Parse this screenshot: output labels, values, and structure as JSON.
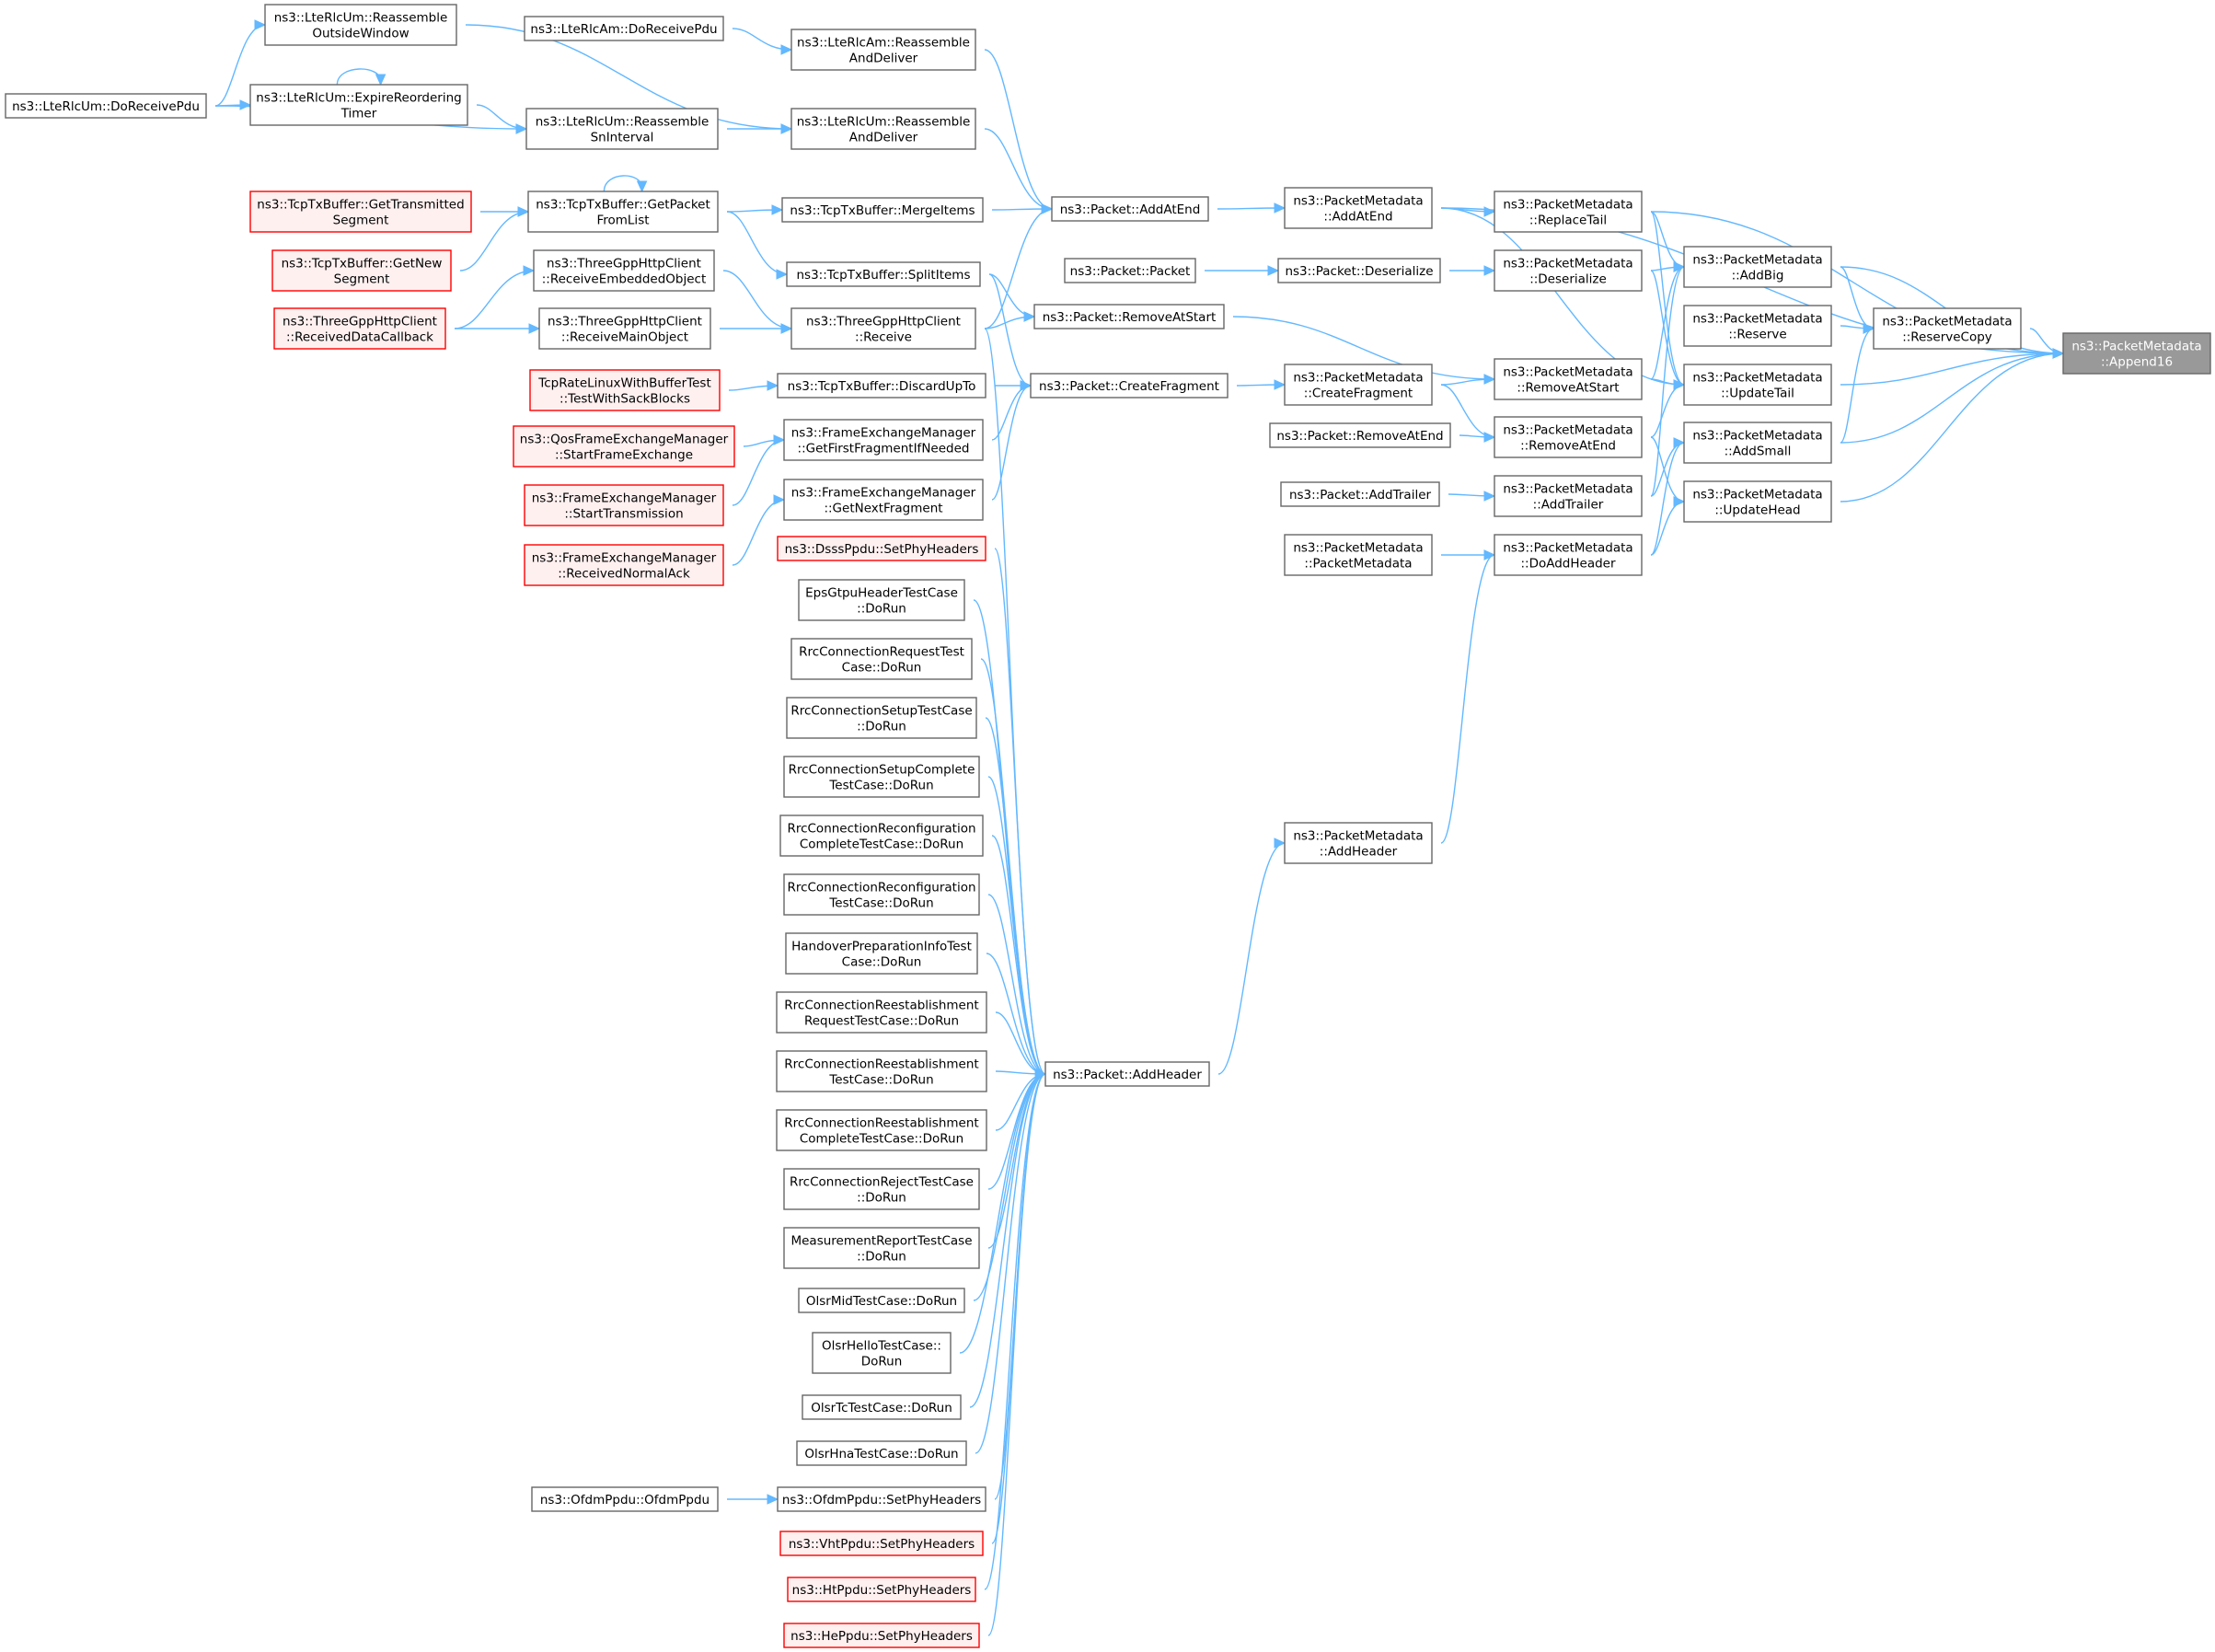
{
  "colors": {
    "edge": "#63b8ff",
    "node_border": "#666666",
    "node_fill": "#ffffff",
    "truncated_border": "#ff0000",
    "truncated_fill": "#fff0f0",
    "root_fill": "#999999",
    "root_border": "#666666"
  },
  "nodes": [
    {
      "id": "root",
      "lines": [
        "ns3::PacketMetadata",
        "::Append16"
      ],
      "kind": "root"
    },
    {
      "id": "addSmall",
      "lines": [
        "ns3::PacketMetadata",
        "::AddSmall"
      ],
      "kind": "normal"
    },
    {
      "id": "addBig",
      "lines": [
        "ns3::PacketMetadata",
        "::AddBig"
      ],
      "kind": "normal"
    },
    {
      "id": "updateTail",
      "lines": [
        "ns3::PacketMetadata",
        "::UpdateTail"
      ],
      "kind": "normal"
    },
    {
      "id": "updateHead",
      "lines": [
        "ns3::PacketMetadata",
        "::UpdateHead"
      ],
      "kind": "normal"
    },
    {
      "id": "reserveCopy",
      "lines": [
        "ns3::PacketMetadata",
        "::ReserveCopy"
      ],
      "kind": "normal"
    },
    {
      "id": "reserve",
      "lines": [
        "ns3::PacketMetadata",
        "::Reserve"
      ],
      "kind": "normal"
    },
    {
      "id": "replaceTail",
      "lines": [
        "ns3::PacketMetadata",
        "::ReplaceTail"
      ],
      "kind": "normal"
    },
    {
      "id": "pmDeserialize",
      "lines": [
        "ns3::PacketMetadata",
        "::Deserialize"
      ],
      "kind": "normal"
    },
    {
      "id": "removeAtStart",
      "lines": [
        "ns3::PacketMetadata",
        "::RemoveAtStart"
      ],
      "kind": "normal"
    },
    {
      "id": "removeAtEnd",
      "lines": [
        "ns3::PacketMetadata",
        "::RemoveAtEnd"
      ],
      "kind": "normal"
    },
    {
      "id": "addTrailer",
      "lines": [
        "ns3::PacketMetadata",
        "::AddTrailer"
      ],
      "kind": "normal"
    },
    {
      "id": "doAddHeader",
      "lines": [
        "ns3::PacketMetadata",
        "::DoAddHeader"
      ],
      "kind": "normal"
    },
    {
      "id": "pmAddAtEnd",
      "lines": [
        "ns3::PacketMetadata",
        "::AddAtEnd"
      ],
      "kind": "normal"
    },
    {
      "id": "pDeserialize",
      "lines": [
        "ns3::Packet::Deserialize"
      ],
      "kind": "normal"
    },
    {
      "id": "pmCreateFragment",
      "lines": [
        "ns3::PacketMetadata",
        "::CreateFragment"
      ],
      "kind": "normal"
    },
    {
      "id": "pRemoveAtEnd",
      "lines": [
        "ns3::Packet::RemoveAtEnd"
      ],
      "kind": "normal"
    },
    {
      "id": "pAddTrailer",
      "lines": [
        "ns3::Packet::AddTrailer"
      ],
      "kind": "normal"
    },
    {
      "id": "pmCtor",
      "lines": [
        "ns3::PacketMetadata",
        "::PacketMetadata"
      ],
      "kind": "normal"
    },
    {
      "id": "pmAddHeader",
      "lines": [
        "ns3::PacketMetadata",
        "::AddHeader"
      ],
      "kind": "normal"
    },
    {
      "id": "pAddAtEnd",
      "lines": [
        "ns3::Packet::AddAtEnd"
      ],
      "kind": "normal"
    },
    {
      "id": "pCtor",
      "lines": [
        "ns3::Packet::Packet"
      ],
      "kind": "normal"
    },
    {
      "id": "pRemoveAtStart",
      "lines": [
        "ns3::Packet::RemoveAtStart"
      ],
      "kind": "normal"
    },
    {
      "id": "pCreateFragment",
      "lines": [
        "ns3::Packet::CreateFragment"
      ],
      "kind": "normal"
    },
    {
      "id": "pAddHeader",
      "lines": [
        "ns3::Packet::AddHeader"
      ],
      "kind": "normal"
    },
    {
      "id": "amReassemble",
      "lines": [
        "ns3::LteRlcAm::Reassemble",
        "AndDeliver"
      ],
      "kind": "normal"
    },
    {
      "id": "umReassemble",
      "lines": [
        "ns3::LteRlcUm::Reassemble",
        "AndDeliver"
      ],
      "kind": "normal"
    },
    {
      "id": "mergeItems",
      "lines": [
        "ns3::TcpTxBuffer::MergeItems"
      ],
      "kind": "normal"
    },
    {
      "id": "splitItems",
      "lines": [
        "ns3::TcpTxBuffer::SplitItems"
      ],
      "kind": "normal"
    },
    {
      "id": "httpReceive",
      "lines": [
        "ns3::ThreeGppHttpClient",
        "::Receive"
      ],
      "kind": "normal"
    },
    {
      "id": "discardUpTo",
      "lines": [
        "ns3::TcpTxBuffer::DiscardUpTo"
      ],
      "kind": "normal"
    },
    {
      "id": "getFirstFrag",
      "lines": [
        "ns3::FrameExchangeManager",
        "::GetFirstFragmentIfNeeded"
      ],
      "kind": "normal"
    },
    {
      "id": "getNextFrag",
      "lines": [
        "ns3::FrameExchangeManager",
        "::GetNextFragment"
      ],
      "kind": "normal"
    },
    {
      "id": "dsssSet",
      "lines": [
        "ns3::DsssPpdu::SetPhyHeaders"
      ],
      "kind": "truncated"
    },
    {
      "id": "eps",
      "lines": [
        "EpsGtpuHeaderTestCase",
        "::DoRun"
      ],
      "kind": "normal"
    },
    {
      "id": "rrcReq",
      "lines": [
        "RrcConnectionRequestTest",
        "Case::DoRun"
      ],
      "kind": "normal"
    },
    {
      "id": "rrcSetup",
      "lines": [
        "RrcConnectionSetupTestCase",
        "::DoRun"
      ],
      "kind": "normal"
    },
    {
      "id": "rrcSetupC",
      "lines": [
        "RrcConnectionSetupComplete",
        "TestCase::DoRun"
      ],
      "kind": "normal"
    },
    {
      "id": "rrcReconfC",
      "lines": [
        "RrcConnectionReconfiguration",
        "CompleteTestCase::DoRun"
      ],
      "kind": "normal"
    },
    {
      "id": "rrcReconf",
      "lines": [
        "RrcConnectionReconfiguration",
        "TestCase::DoRun"
      ],
      "kind": "normal"
    },
    {
      "id": "handover",
      "lines": [
        "HandoverPreparationInfoTest",
        "Case::DoRun"
      ],
      "kind": "normal"
    },
    {
      "id": "rrcReestReq",
      "lines": [
        "RrcConnectionReestablishment",
        "RequestTestCase::DoRun"
      ],
      "kind": "normal"
    },
    {
      "id": "rrcReest",
      "lines": [
        "RrcConnectionReestablishment",
        "TestCase::DoRun"
      ],
      "kind": "normal"
    },
    {
      "id": "rrcReestC",
      "lines": [
        "RrcConnectionReestablishment",
        "CompleteTestCase::DoRun"
      ],
      "kind": "normal"
    },
    {
      "id": "rrcReject",
      "lines": [
        "RrcConnectionRejectTestCase",
        "::DoRun"
      ],
      "kind": "normal"
    },
    {
      "id": "measRep",
      "lines": [
        "MeasurementReportTestCase",
        "::DoRun"
      ],
      "kind": "normal"
    },
    {
      "id": "olsrMid",
      "lines": [
        "OlsrMidTestCase::DoRun"
      ],
      "kind": "normal"
    },
    {
      "id": "olsrHello",
      "lines": [
        "OlsrHelloTestCase::",
        "DoRun"
      ],
      "kind": "normal"
    },
    {
      "id": "olsrTc",
      "lines": [
        "OlsrTcTestCase::DoRun"
      ],
      "kind": "normal"
    },
    {
      "id": "olsrHna",
      "lines": [
        "OlsrHnaTestCase::DoRun"
      ],
      "kind": "normal"
    },
    {
      "id": "ofdmSet",
      "lines": [
        "ns3::OfdmPpdu::SetPhyHeaders"
      ],
      "kind": "normal"
    },
    {
      "id": "vhtSet",
      "lines": [
        "ns3::VhtPpdu::SetPhyHeaders"
      ],
      "kind": "truncated"
    },
    {
      "id": "htSet",
      "lines": [
        "ns3::HtPpdu::SetPhyHeaders"
      ],
      "kind": "truncated"
    },
    {
      "id": "heSet",
      "lines": [
        "ns3::HePpdu::SetPhyHeaders"
      ],
      "kind": "truncated"
    },
    {
      "id": "amDoReceive",
      "lines": [
        "ns3::LteRlcAm::DoReceivePdu"
      ],
      "kind": "normal"
    },
    {
      "id": "umOutside",
      "lines": [
        "ns3::LteRlcUm::Reassemble",
        "OutsideWindow"
      ],
      "kind": "normal"
    },
    {
      "id": "umExpire",
      "lines": [
        "ns3::LteRlcUm::ExpireReordering",
        "Timer"
      ],
      "kind": "normal"
    },
    {
      "id": "umSn",
      "lines": [
        "ns3::LteRlcUm::Reassemble",
        "SnInterval"
      ],
      "kind": "normal"
    },
    {
      "id": "umDoReceive",
      "lines": [
        "ns3::LteRlcUm::DoReceivePdu"
      ],
      "kind": "normal"
    },
    {
      "id": "getPacketFromList",
      "lines": [
        "ns3::TcpTxBuffer::GetPacket",
        "FromList"
      ],
      "kind": "normal"
    },
    {
      "id": "getTransmitted",
      "lines": [
        "ns3::TcpTxBuffer::GetTransmitted",
        "Segment"
      ],
      "kind": "truncated"
    },
    {
      "id": "getNewSeg",
      "lines": [
        "ns3::TcpTxBuffer::GetNew",
        "Segment"
      ],
      "kind": "truncated"
    },
    {
      "id": "recvEmbedded",
      "lines": [
        "ns3::ThreeGppHttpClient",
        "::ReceiveEmbeddedObject"
      ],
      "kind": "normal"
    },
    {
      "id": "recvMain",
      "lines": [
        "ns3::ThreeGppHttpClient",
        "::ReceiveMainObject"
      ],
      "kind": "normal"
    },
    {
      "id": "recvDataCb",
      "lines": [
        "ns3::ThreeGppHttpClient",
        "::ReceivedDataCallback"
      ],
      "kind": "truncated"
    },
    {
      "id": "tcpRate",
      "lines": [
        "TcpRateLinuxWithBufferTest",
        "::TestWithSackBlocks"
      ],
      "kind": "truncated"
    },
    {
      "id": "qosStart",
      "lines": [
        "ns3::QosFrameExchangeManager",
        "::StartFrameExchange"
      ],
      "kind": "truncated"
    },
    {
      "id": "femStartTx",
      "lines": [
        "ns3::FrameExchangeManager",
        "::StartTransmission"
      ],
      "kind": "truncated"
    },
    {
      "id": "femRecvAck",
      "lines": [
        "ns3::FrameExchangeManager",
        "::ReceivedNormalAck"
      ],
      "kind": "truncated"
    },
    {
      "id": "ofdmCtor",
      "lines": [
        "ns3::OfdmPpdu::OfdmPpdu"
      ],
      "kind": "normal"
    }
  ]
}
